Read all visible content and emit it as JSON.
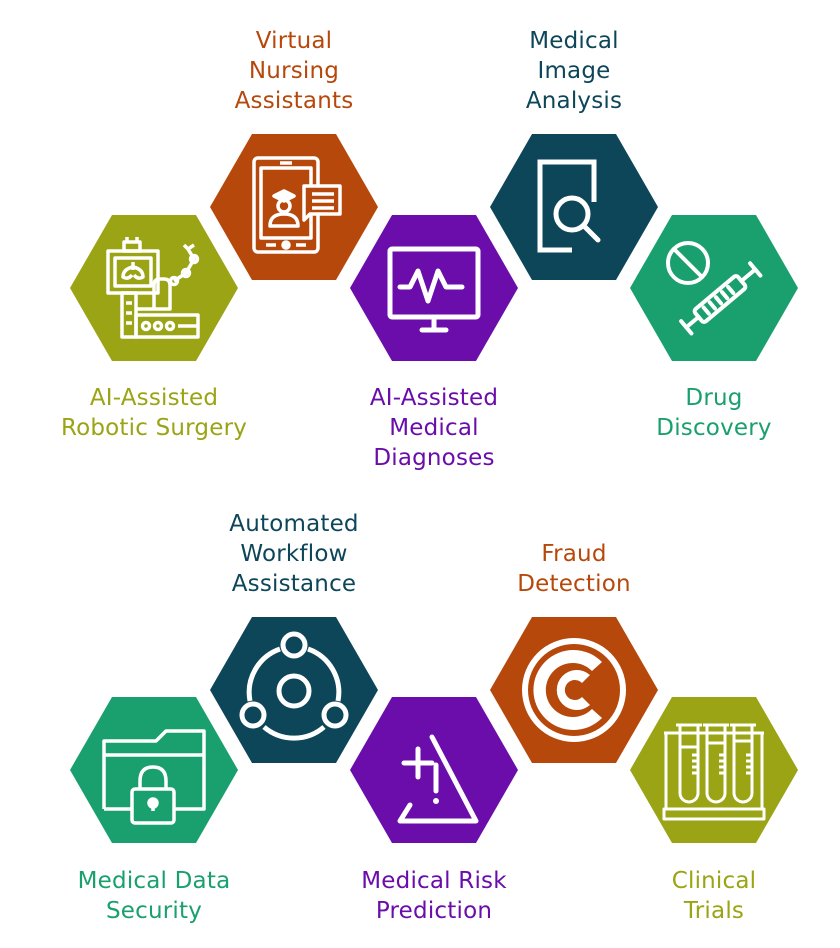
{
  "colors": {
    "olive": "#9aa414",
    "rust": "#b7480b",
    "purple": "#6a0dab",
    "teal_dark": "#0e4659",
    "green": "#1aa06e"
  },
  "groups": [
    {
      "items": [
        {
          "id": "robotic-surgery",
          "lines": [
            "AI-Assisted",
            "Robotic Surgery"
          ],
          "icon": "robotic-surgery-icon",
          "color": "#9aa414"
        },
        {
          "id": "virtual-nursing",
          "lines": [
            "Virtual",
            "Nursing",
            "Assistants"
          ],
          "icon": "tablet-chat-icon",
          "color": "#b7480b"
        },
        {
          "id": "medical-diagnoses",
          "lines": [
            "AI-Assisted",
            "Medical",
            "Diagnoses"
          ],
          "icon": "heart-monitor-icon",
          "color": "#6a0dab"
        },
        {
          "id": "image-analysis",
          "lines": [
            "Medical",
            "Image",
            "Analysis"
          ],
          "icon": "document-search-icon",
          "color": "#0e4659"
        },
        {
          "id": "drug-discovery",
          "lines": [
            "Drug",
            "Discovery"
          ],
          "icon": "pill-syringe-icon",
          "color": "#1aa06e"
        }
      ]
    },
    {
      "items": [
        {
          "id": "data-security",
          "lines": [
            "Medical Data",
            "Security"
          ],
          "icon": "folder-lock-icon",
          "color": "#1aa06e"
        },
        {
          "id": "workflow-assistance",
          "lines": [
            "Automated",
            "Workflow",
            "Assistance"
          ],
          "icon": "workflow-nodes-icon",
          "color": "#0e4659"
        },
        {
          "id": "risk-prediction",
          "lines": [
            "Medical Risk",
            "Prediction"
          ],
          "icon": "risk-warning-icon",
          "color": "#6a0dab"
        },
        {
          "id": "fraud-detection",
          "lines": [
            "Fraud",
            "Detection"
          ],
          "icon": "fraud-c-icon",
          "color": "#b7480b"
        },
        {
          "id": "clinical-trials",
          "lines": [
            "Clinical",
            "Trials"
          ],
          "icon": "test-tubes-icon",
          "color": "#9aa414"
        }
      ]
    }
  ]
}
